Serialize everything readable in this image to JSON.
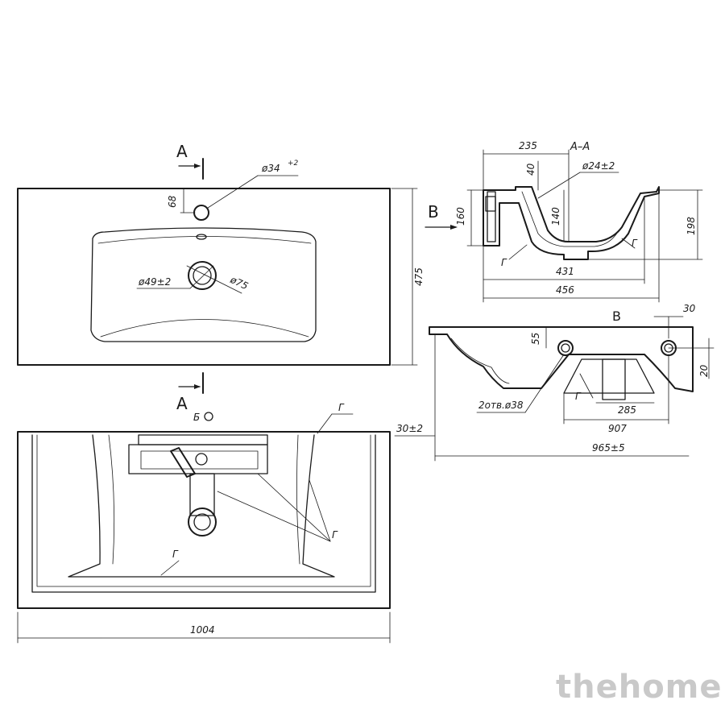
{
  "labels": {
    "section_a_top": "A",
    "section_a_bottom": "A",
    "section_aa": "A–A",
    "view_b_arrow": "B",
    "view_b_title": "B",
    "view_b_ref": "Б",
    "g_mark": "Г"
  },
  "dimensions": {
    "hole_diam_tap": "ø34",
    "hole_diam_tap_tol": "+2",
    "tap_offset": "68",
    "drain_diam": "ø49±2",
    "drain_outer": "ø75",
    "depth_total": "475",
    "aa_width_235": "235",
    "aa_40": "40",
    "aa_diam_24": "ø24±2",
    "aa_160": "160",
    "aa_140": "140",
    "aa_198": "198",
    "aa_431": "431",
    "aa_456": "456",
    "side_30": "30",
    "side_55": "55",
    "side_20": "20",
    "side_holes": "2отв.ø38",
    "side_285": "285",
    "side_907": "907",
    "side_30pm2": "30±2",
    "side_965": "965±5",
    "width_total": "1004"
  },
  "watermark": "thehome"
}
